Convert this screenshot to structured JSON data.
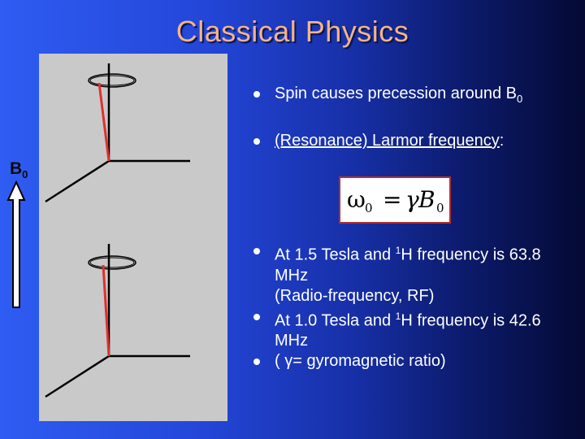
{
  "slide": {
    "title": "Classical Physics",
    "field_label": "B",
    "field_sub": "0",
    "bullets_top": [
      {
        "text": "Spin causes precession around B",
        "sub": "0"
      },
      {
        "text": "(Resonance) Larmor frequency",
        "suffix": ":"
      }
    ],
    "formula": {
      "omega": "ω",
      "omega_sub": "0",
      "eq": "=",
      "gamma": "γ",
      "B": "B",
      "B_sub": "0"
    },
    "bullets_bottom": [
      {
        "pre": "At 1.5 Tesla and ",
        "sup": "1",
        "post": "H frequency is 63.8 MHz"
      },
      {
        "continuation": "(Radio-frequency, RF)"
      },
      {
        "pre": "At 1.0 Tesla and ",
        "sup": "1",
        "post": "H frequency is 42.6 MHz"
      },
      {
        "pre": "( γ= gyromagnetic ratio)"
      }
    ],
    "colors": {
      "title": "#f3b48a",
      "spin_vector": "#e03030",
      "panel": "#c9c9c9",
      "text": "#ffffff"
    }
  }
}
